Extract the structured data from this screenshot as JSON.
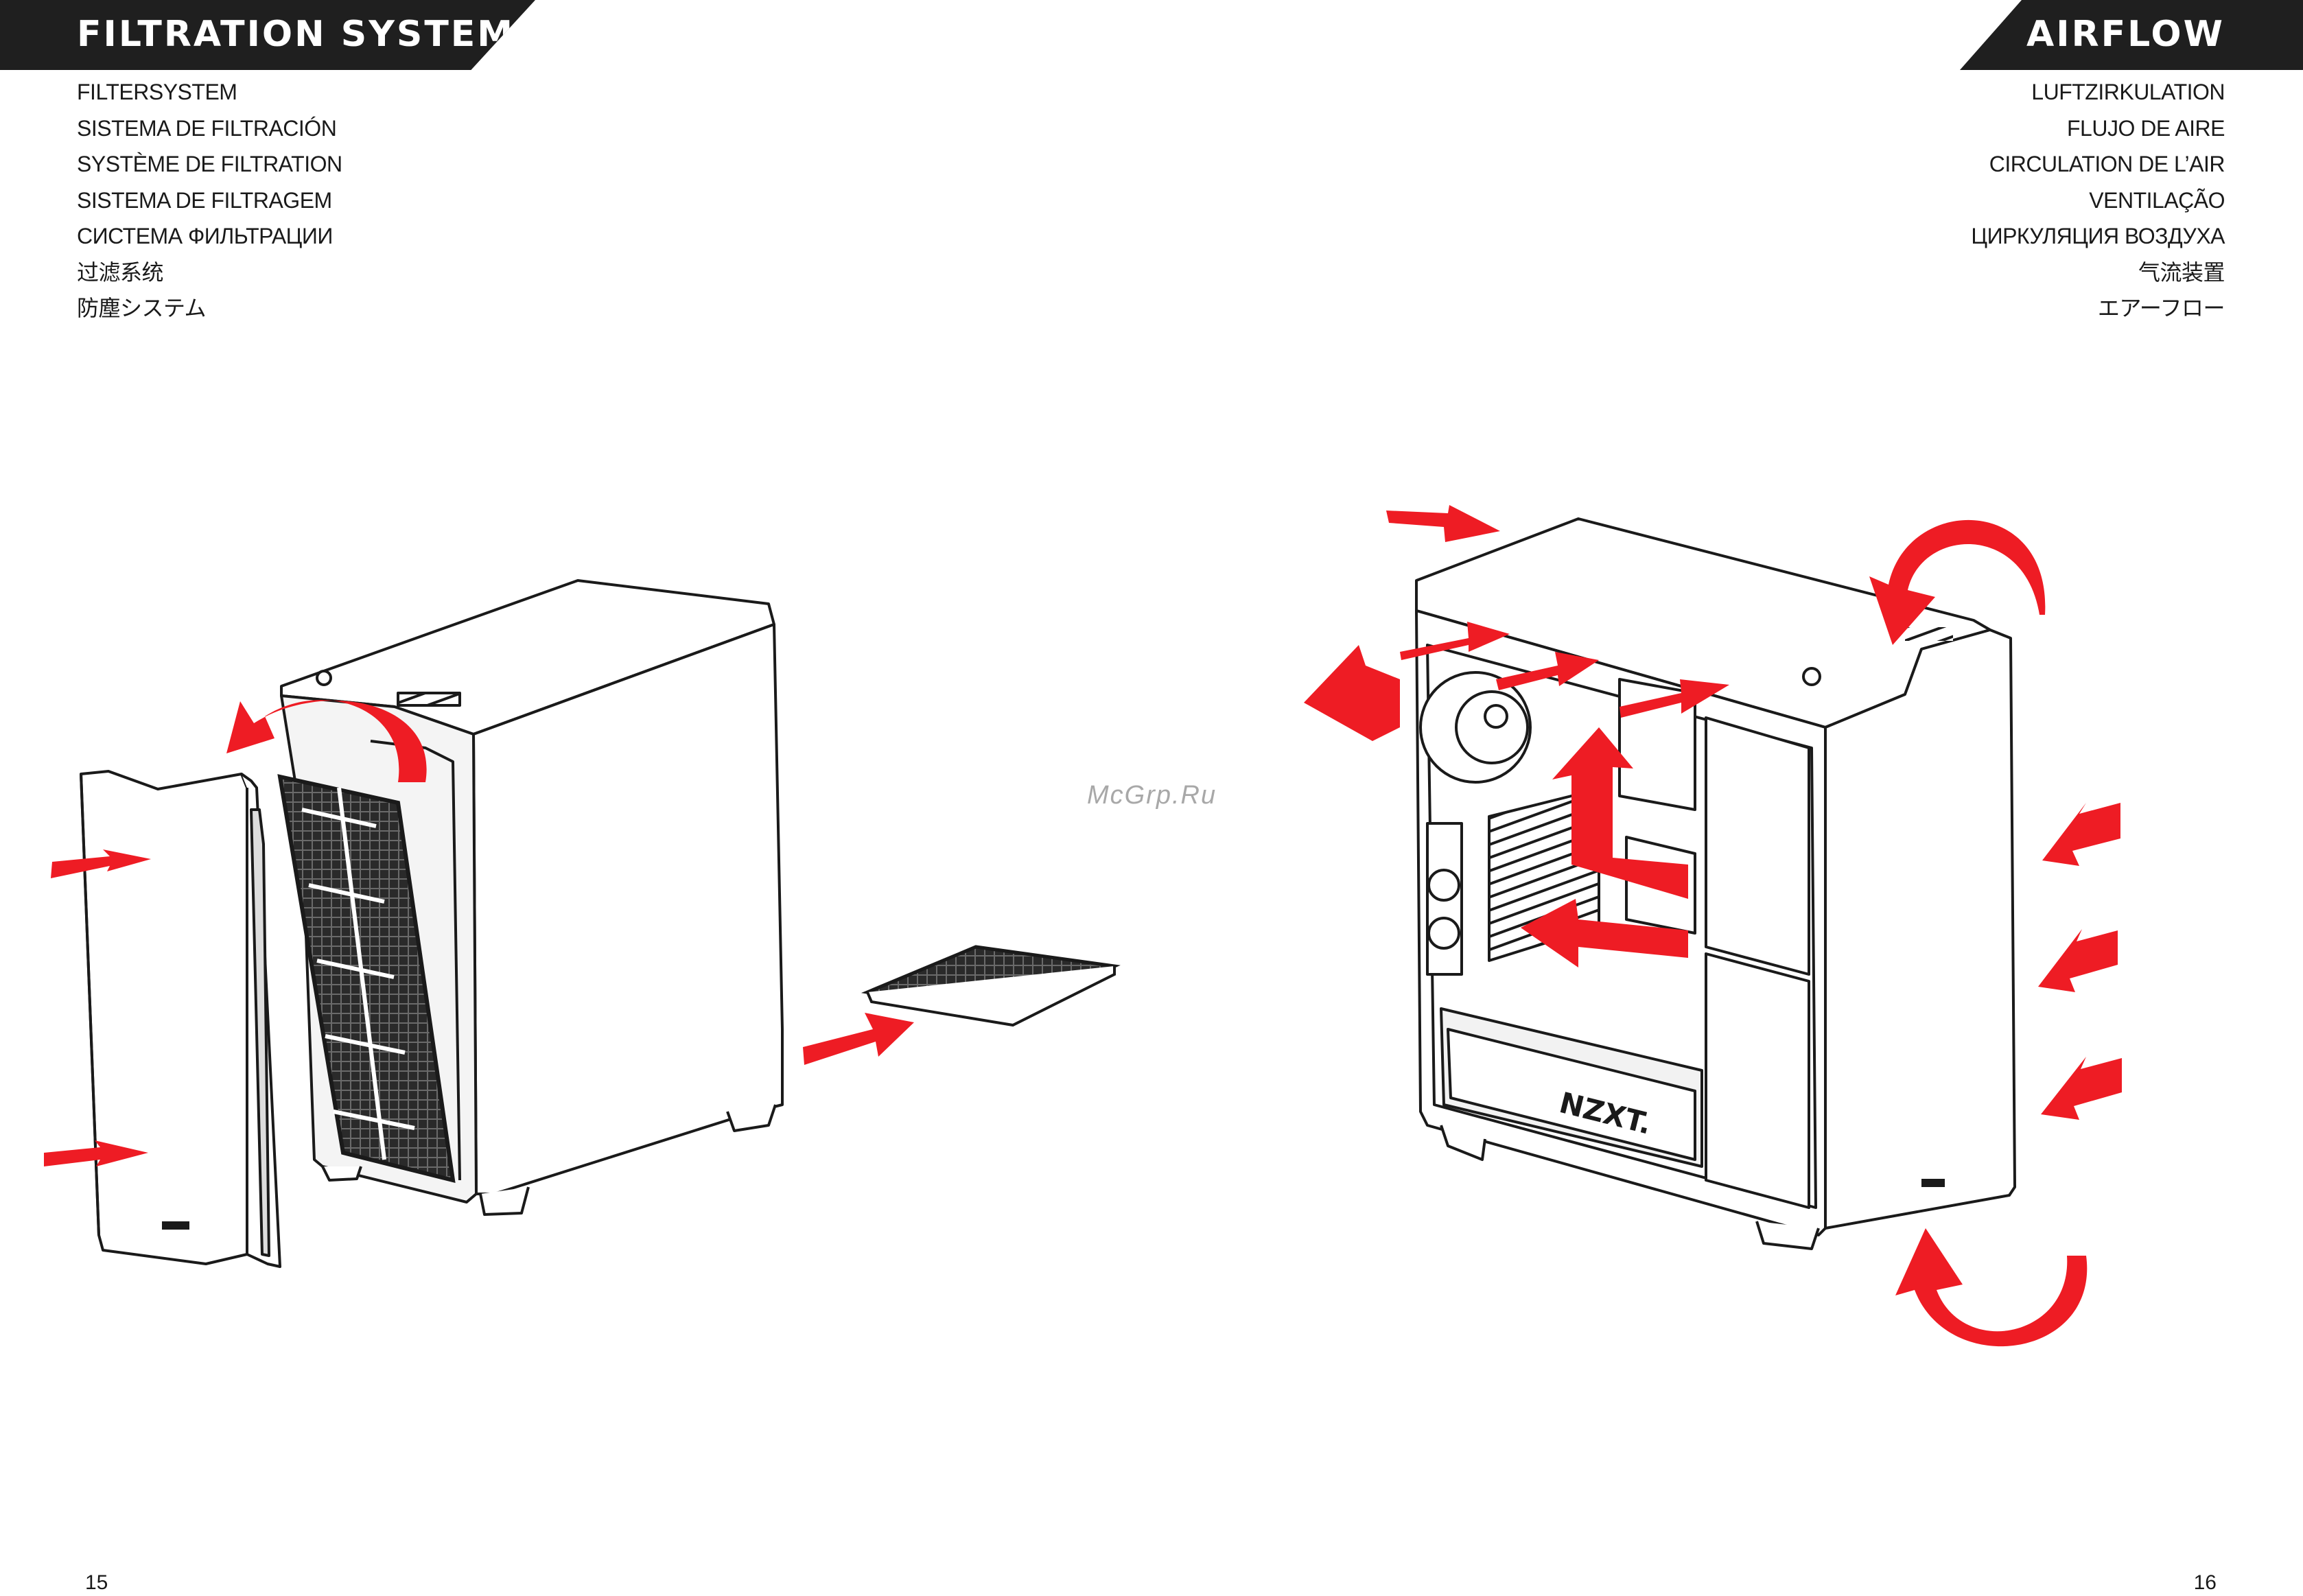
{
  "left_page": {
    "title": "FILTRATION SYSTEM",
    "translations": [
      "FILTERSYSTEM",
      "SISTEMA DE FILTRACIÓN",
      "SYSTÈME DE FILTRATION",
      "SISTEMA DE FILTRAGEM",
      "СИСТЕМА ФИЛЬТРАЦИИ",
      "过滤系统",
      "防塵システム"
    ],
    "page_number": "15"
  },
  "right_page": {
    "title": "AIRFLOW",
    "translations": [
      "LUFTZIRKULATION",
      "FLUJO DE AIRE",
      "CIRCULATION DE L’AIR",
      "VENTILAÇÃO",
      "ЦИРКУЛЯЦИЯ ВОЗДУХА",
      "气流装置",
      "エアーフロー"
    ],
    "page_number": "16",
    "case_logo": "NZXT."
  },
  "watermark": "McGrp.Ru",
  "colors": {
    "banner": "#1f1f1f",
    "arrow": "#ee1c24",
    "line": "#1a1a1a"
  }
}
